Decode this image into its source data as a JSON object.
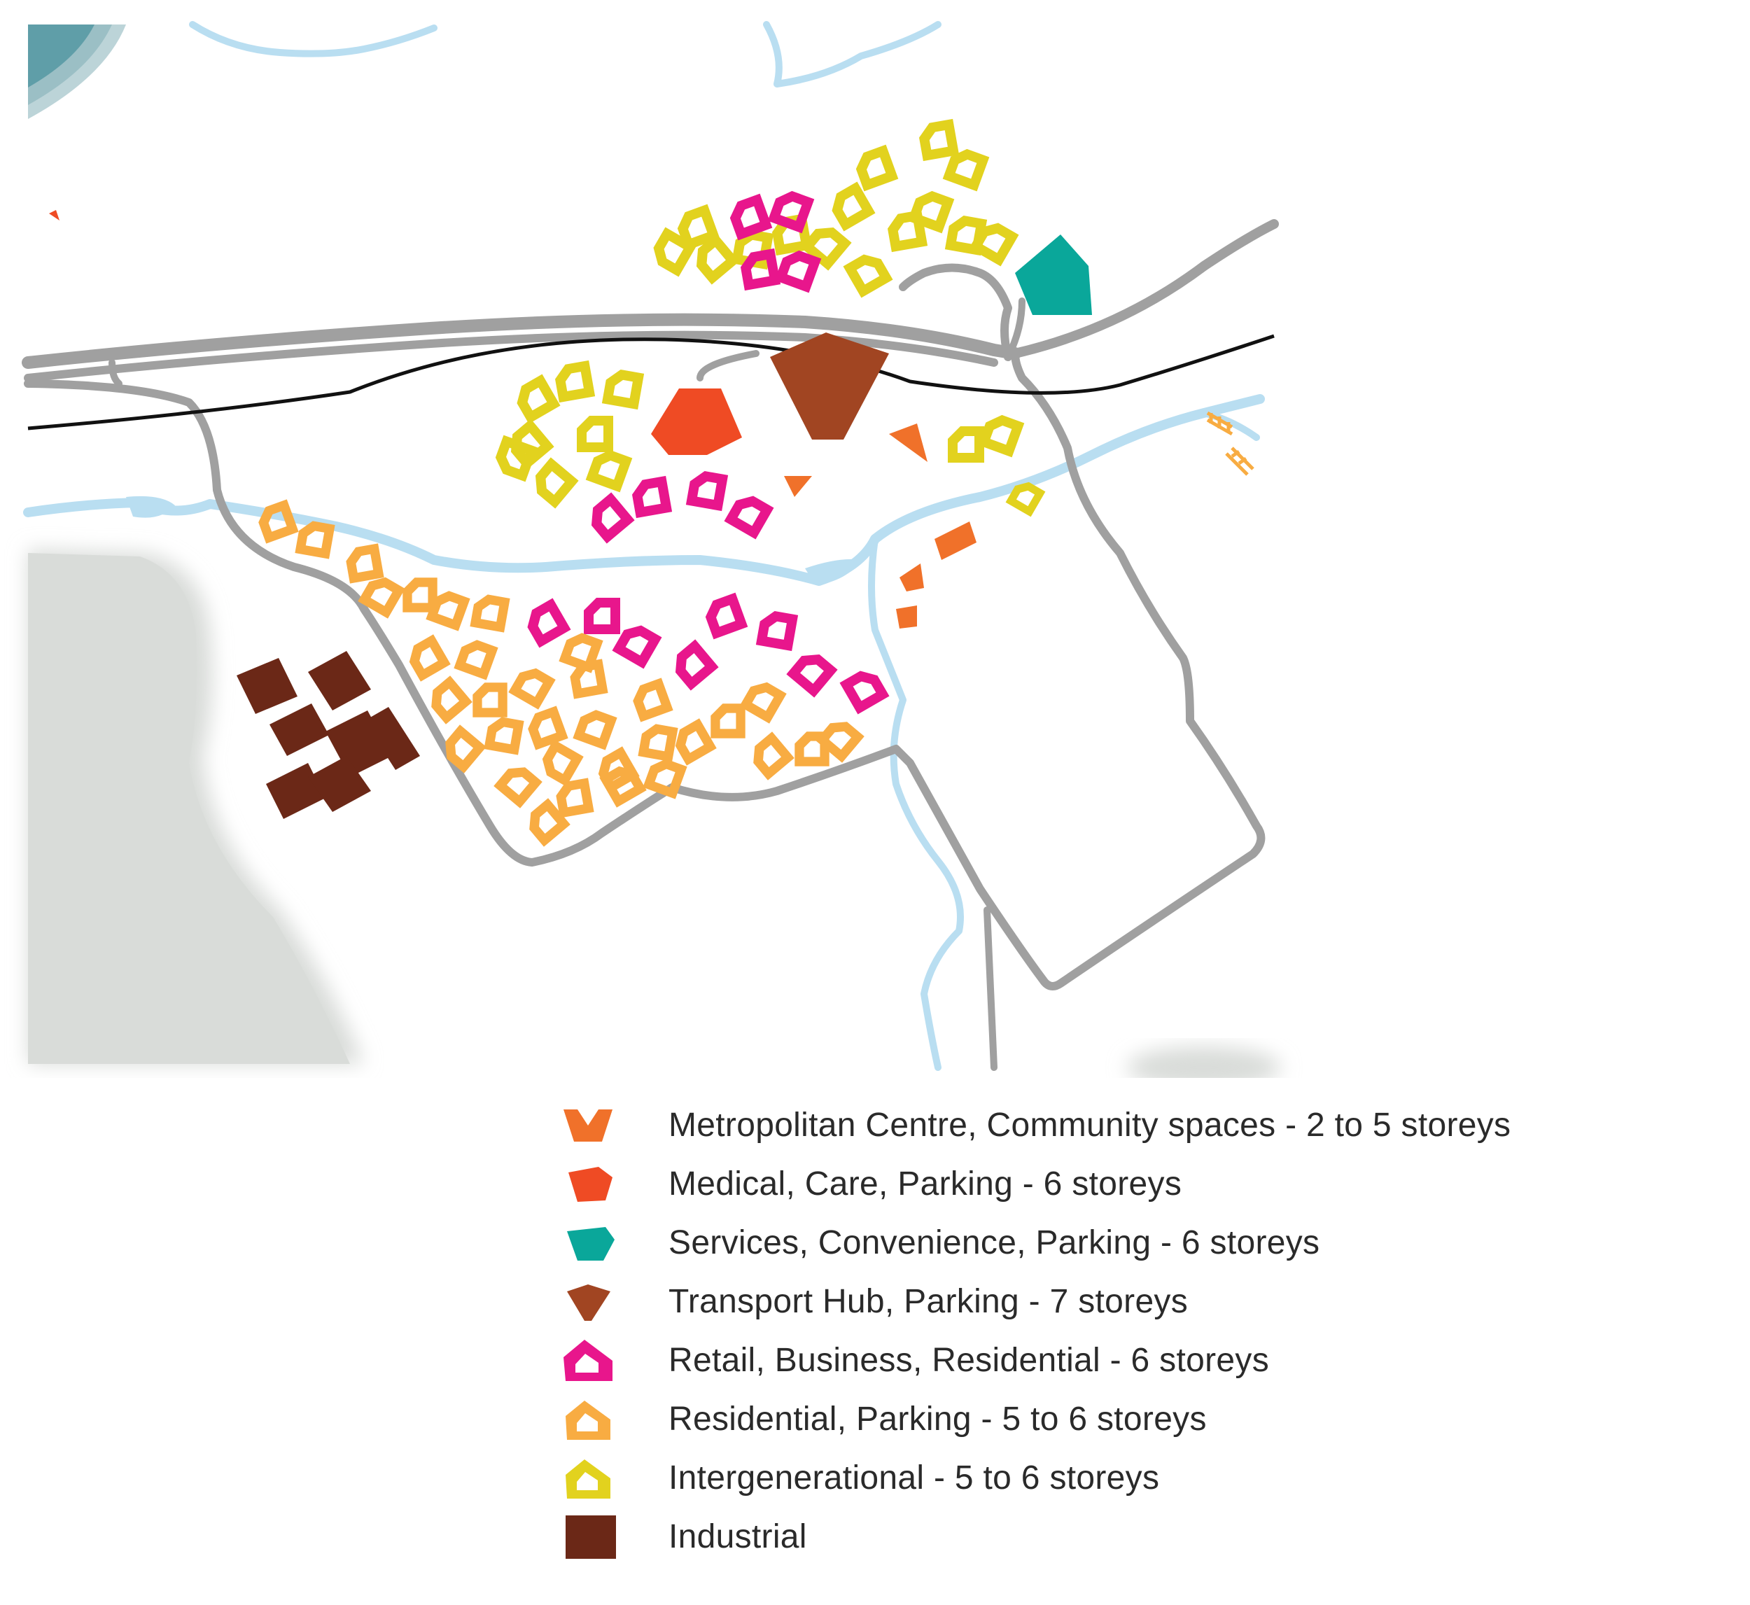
{
  "map": {
    "colors": {
      "water": "#b9def1",
      "road": "#a0a0a0",
      "rail": "#111111",
      "green_area": "#d9dcd9",
      "coast": "#5f9ea8"
    }
  },
  "legend": {
    "items": [
      {
        "label": "Metropolitan Centre, Community spaces - 2 to 5 storeys",
        "color": "#f0712a",
        "icon": "trapezoid-inverted-icon"
      },
      {
        "label": "Medical, Care, Parking - 6 storeys",
        "color": "#ef4b24",
        "icon": "hexagon-block-icon"
      },
      {
        "label": "Services, Convenience, Parking - 6 storeys",
        "color": "#0aa79a",
        "icon": "hexagon-block-icon"
      },
      {
        "label": "Transport Hub, Parking - 7 storeys",
        "color": "#a14522",
        "icon": "inverted-pentagon-icon"
      },
      {
        "label": "Retail, Business, Residential - 6 storeys",
        "color": "#e8168c",
        "icon": "courtyard-block-icon"
      },
      {
        "label": "Residential, Parking - 5 to 6 storeys",
        "color": "#f8ac42",
        "icon": "courtyard-block-icon"
      },
      {
        "label": "Intergenerational - 5 to 6 storeys",
        "color": "#e2d21e",
        "icon": "courtyard-block-icon"
      },
      {
        "label": "Industrial",
        "color": "#6b2817",
        "icon": "square-block-icon"
      }
    ]
  }
}
